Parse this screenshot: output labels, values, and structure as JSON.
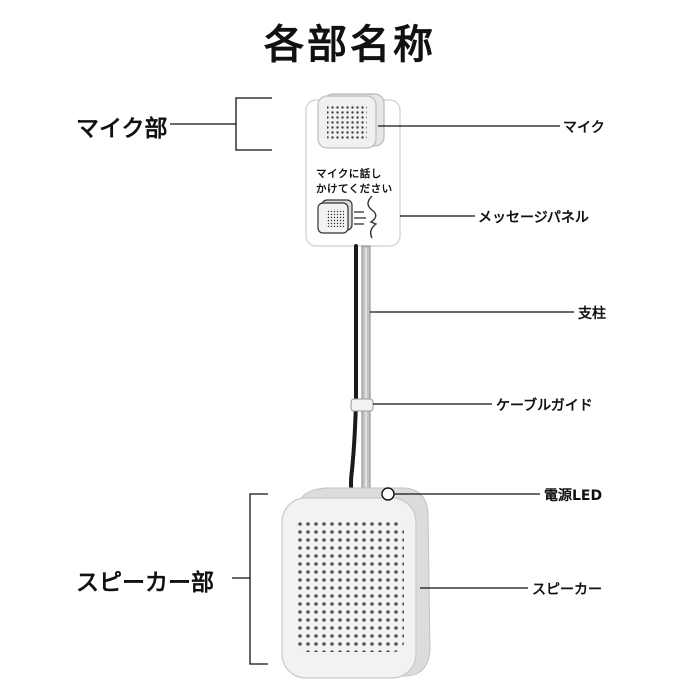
{
  "title": "各部名称",
  "groups": {
    "mic_section": "マイク部",
    "speaker_section": "スピーカー部"
  },
  "parts": {
    "mic": "マイク",
    "message_panel": "メッセージパネル",
    "pole": "支柱",
    "cable_guide": "ケーブルガイド",
    "power_led": "電源LED",
    "speaker": "スピーカー"
  },
  "panel": {
    "line1": "マイクに話し",
    "line2": "かけてください"
  },
  "colors": {
    "device_body": "#ededed",
    "pole": "#bdbdbd",
    "cable": "#1a1a1a",
    "line": "#111111"
  }
}
